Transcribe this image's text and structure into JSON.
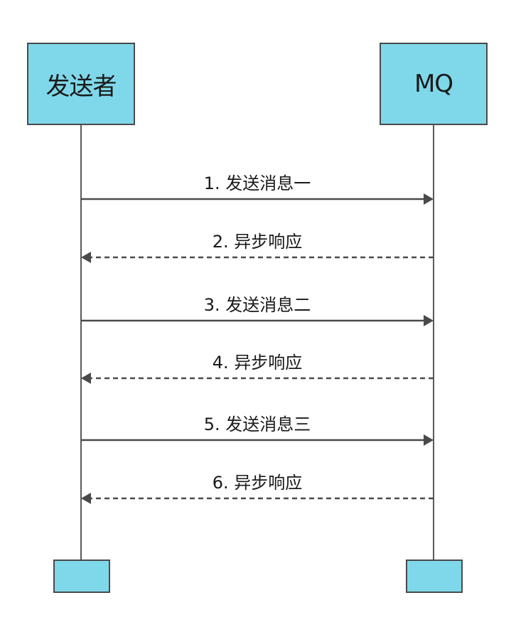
{
  "colors": {
    "box_fill": "#7fd8ea",
    "line": "#4a4a4a"
  },
  "participants": [
    {
      "id": "sender",
      "label": "发送者"
    },
    {
      "id": "mq",
      "label": "MQ"
    }
  ],
  "messages": [
    {
      "label": "1. 发送消息一",
      "from": "sender",
      "to": "mq",
      "style": "solid"
    },
    {
      "label": "2. 异步响应",
      "from": "mq",
      "to": "sender",
      "style": "dashed"
    },
    {
      "label": "3. 发送消息二",
      "from": "sender",
      "to": "mq",
      "style": "solid"
    },
    {
      "label": "4. 异步响应",
      "from": "mq",
      "to": "sender",
      "style": "dashed"
    },
    {
      "label": "5. 发送消息三",
      "from": "sender",
      "to": "mq",
      "style": "solid"
    },
    {
      "label": "6. 异步响应",
      "from": "mq",
      "to": "sender",
      "style": "dashed"
    }
  ]
}
